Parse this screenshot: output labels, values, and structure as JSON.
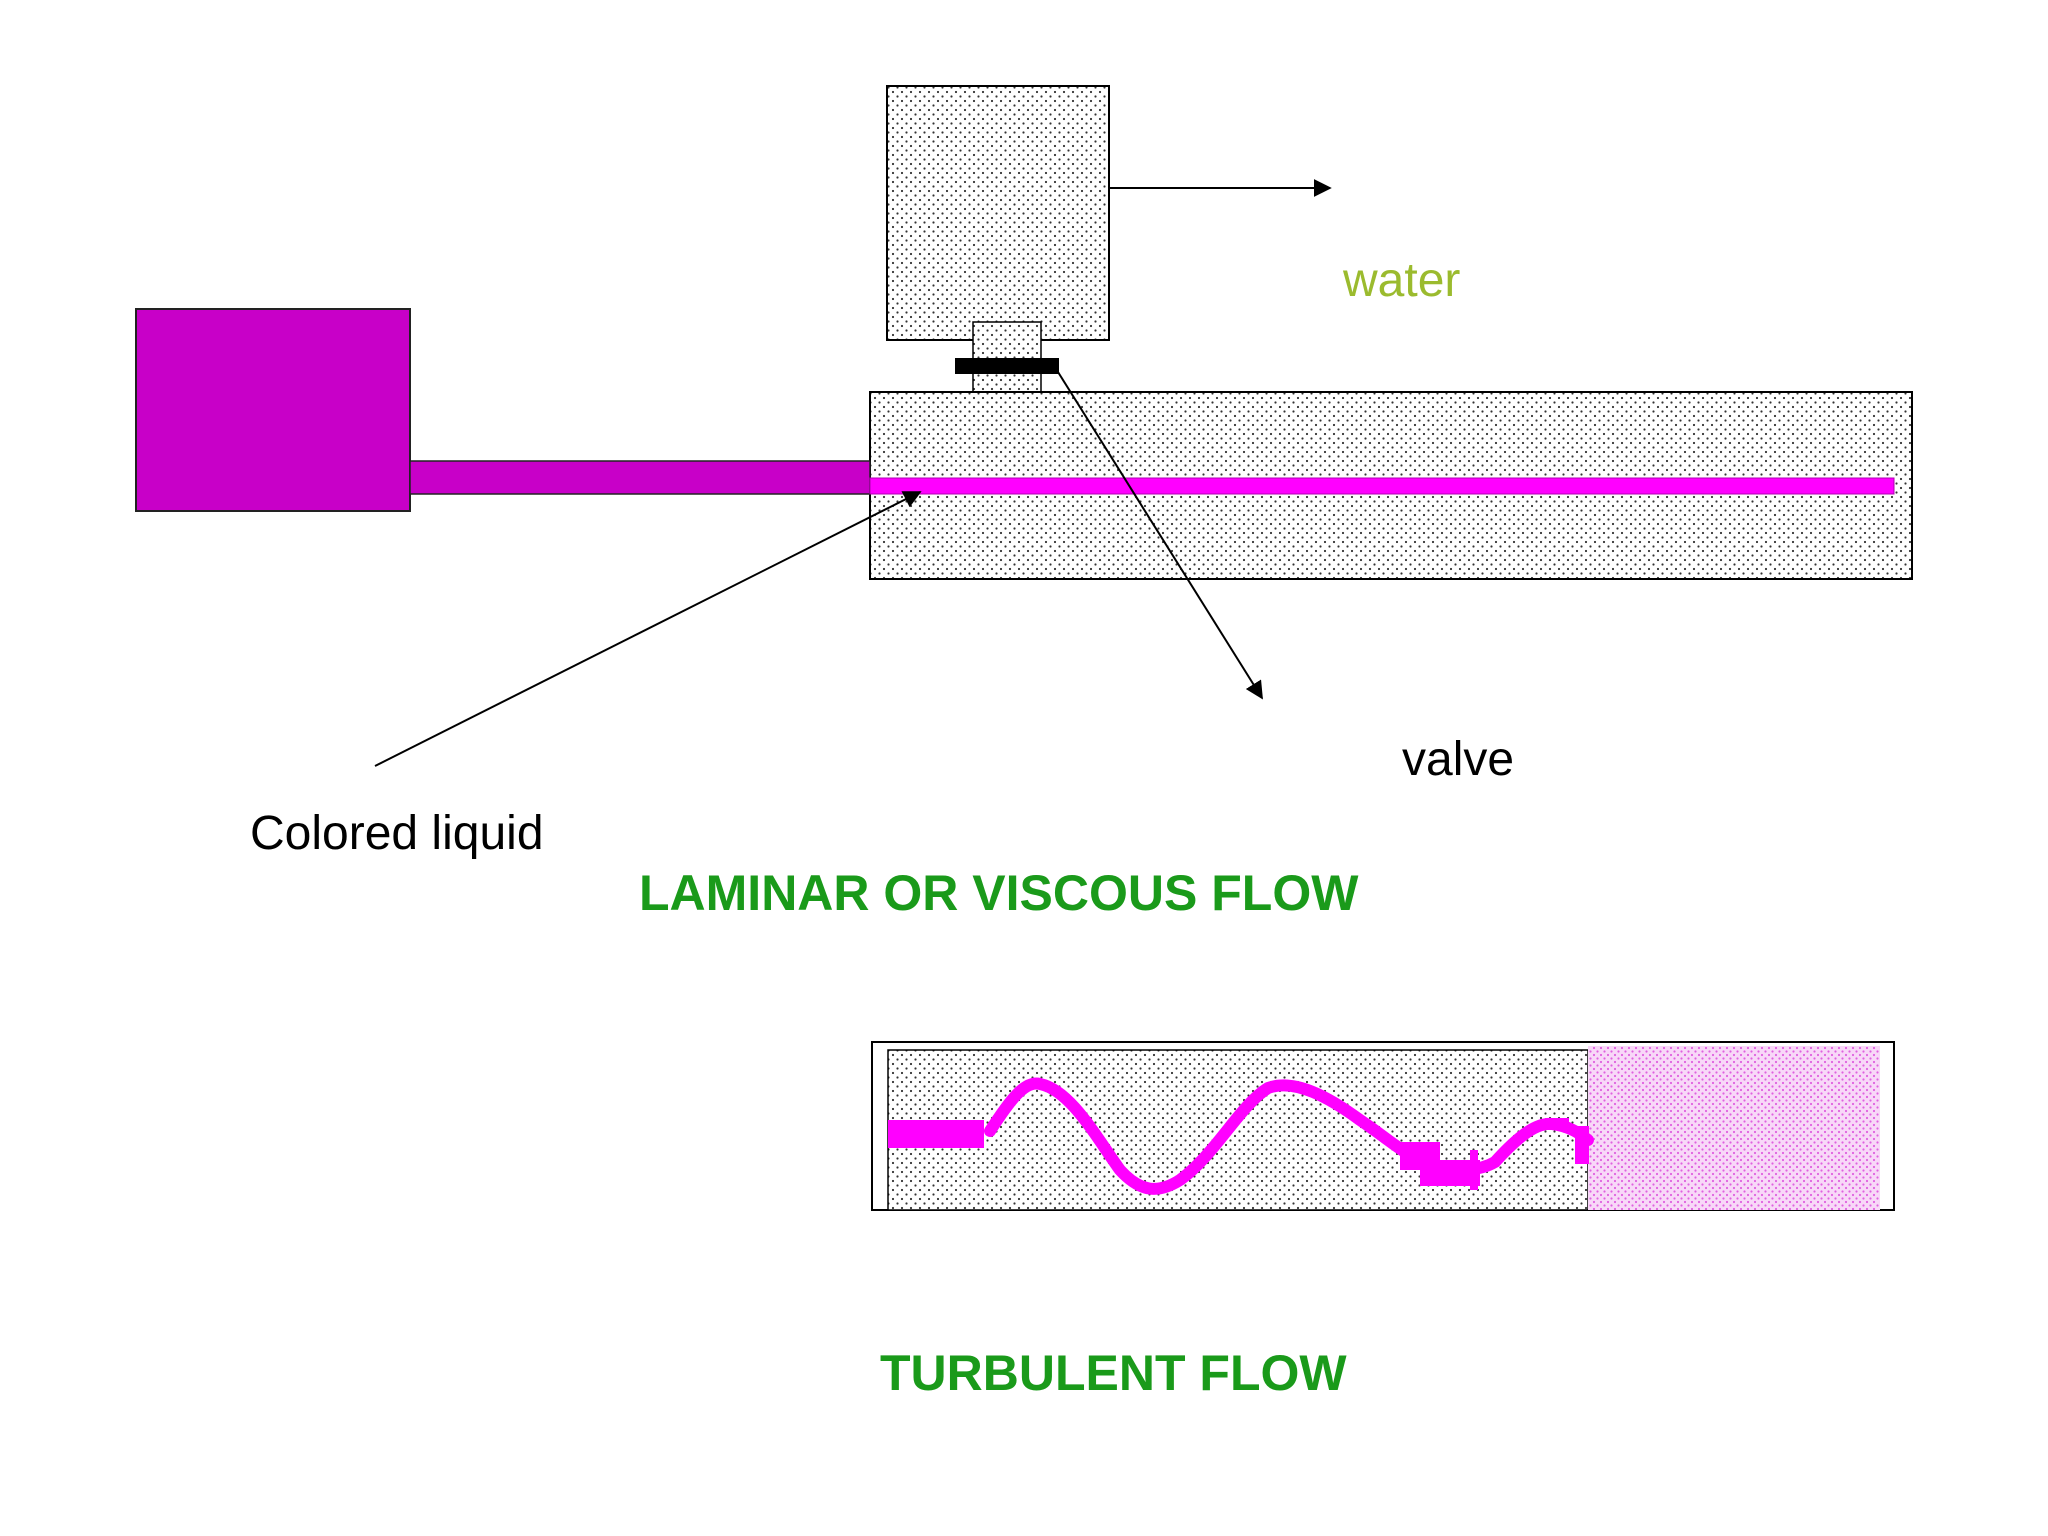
{
  "labels": {
    "water": "water",
    "valve": "valve",
    "colored_liquid": "Colored liquid"
  },
  "titles": {
    "laminar": "LAMINAR OR VISCOUS FLOW",
    "turbulent": "TURBULENT FLOW"
  },
  "colors": {
    "dye_reservoir": "#c800c8",
    "dye_stream": "#ff00ff",
    "water_fill": "#ffffff",
    "stipple": "#333333",
    "valve": "#000000",
    "title_green": "#1a9a1a",
    "water_label": "#9bbb2e",
    "pink_zone": "#f0b0f0"
  }
}
